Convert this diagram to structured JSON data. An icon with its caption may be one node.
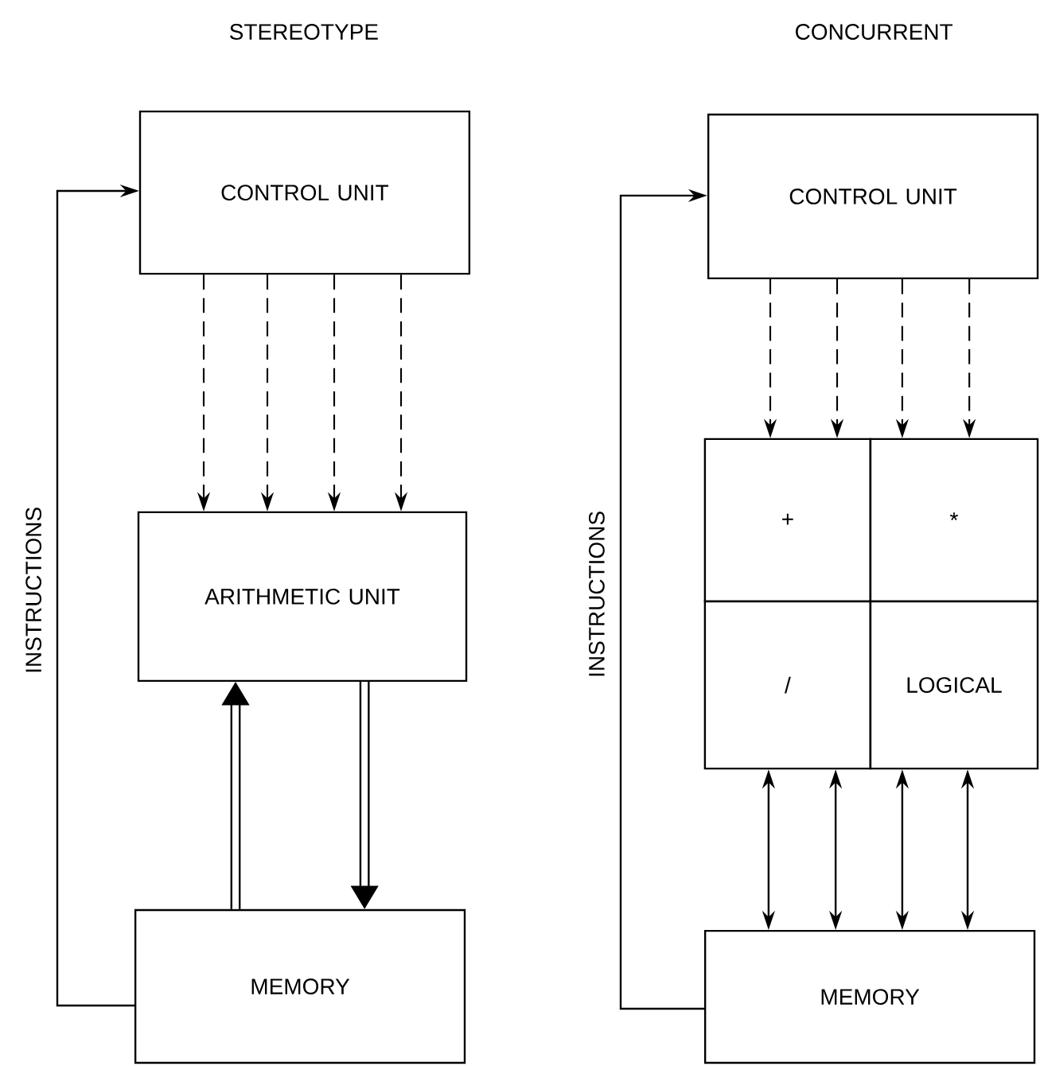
{
  "diagram": {
    "nodes": [
      {
        "text": [
          "CONTROL UNIT"
        ]
      },
      {
        "text": [
          "ARITHMETIC UNIT"
        ]
      },
      {
        "text": [
          "MEMORY"
        ]
      },
      {
        "text": [
          "CONTROL UNIT"
        ]
      },
      {
        "text": [
          "+"
        ]
      },
      {
        "text": [
          "*"
        ]
      },
      {
        "text": [
          "/"
        ]
      },
      {
        "text": [
          "LOGICAL"
        ]
      },
      {
        "text": [
          "MEMORY"
        ]
      }
    ],
    "edges": [
      {
        "from": 2,
        "to": 0,
        "arrow": "to",
        "label": "INSTRUCTIONS"
      },
      {
        "from": 0,
        "to": 1,
        "arrow": "to",
        "style": "dashed"
      },
      {
        "from": 0,
        "to": 1,
        "arrow": "to",
        "style": "dashed"
      },
      {
        "from": 0,
        "to": 1,
        "arrow": "to",
        "style": "dashed"
      },
      {
        "from": 0,
        "to": 1,
        "arrow": "to",
        "style": "dashed"
      },
      {
        "from": 2,
        "to": 1,
        "arrow": "to",
        "style": "thick"
      },
      {
        "from": 1,
        "to": 2,
        "arrow": "to",
        "style": "thick"
      },
      {
        "from": 8,
        "to": 3,
        "arrow": "to",
        "label": "INSTRUCTIONS"
      },
      {
        "from": 3,
        "to": 4,
        "arrow": "to",
        "style": "dashed"
      },
      {
        "from": 3,
        "to": 4,
        "arrow": "to",
        "style": "dashed"
      },
      {
        "from": 3,
        "to": 5,
        "arrow": "to",
        "style": "dashed"
      },
      {
        "from": 3,
        "to": 5,
        "arrow": "to",
        "style": "dashed"
      },
      {
        "from": 6,
        "to": 8,
        "arrow": "both"
      },
      {
        "from": 6,
        "to": 8,
        "arrow": "both"
      },
      {
        "from": 7,
        "to": 8,
        "arrow": "both"
      },
      {
        "from": 7,
        "to": 8,
        "arrow": "both"
      }
    ],
    "labels": [
      "STEREOTYPE",
      "CONCURRENT"
    ]
  }
}
